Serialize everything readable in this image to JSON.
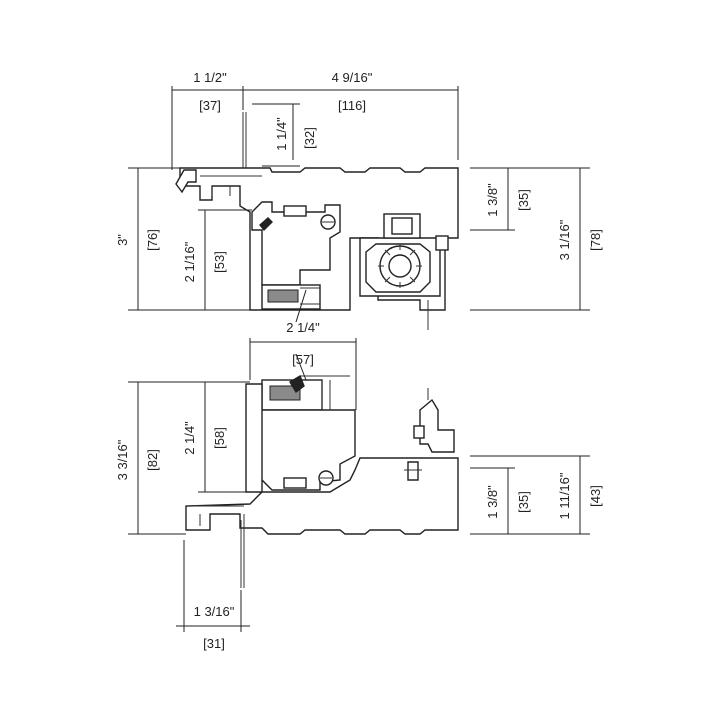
{
  "dimensions": {
    "top_width_in": "1 1/2\"",
    "top_width_mm": "[37]",
    "top_depth_in": "4 9/16\"",
    "top_depth_mm": "[116]",
    "flange_in": "1 1/4\"",
    "flange_mm": "[32]",
    "head_height_in": "3\"",
    "head_height_mm": "[76]",
    "sash_top_in": "2 1/16\"",
    "sash_top_mm": "[53]",
    "glazing_top_in": "2 1/4\"",
    "head_right_in": "1 3/8\"",
    "head_right_mm": "[35]",
    "head_total_in": "3 1/16\"",
    "head_total_mm": "[78]",
    "sill_glass_mm": "[57]",
    "sill_height_in": "3 3/16\"",
    "sill_height_mm": "[82]",
    "sash_bottom_in": "2 1/4\"",
    "sash_bottom_mm": "[58]",
    "sill_right_in": "1 3/8\"",
    "sill_right_mm": "[35]",
    "sill_total_in": "1 11/16\"",
    "sill_total_mm": "[43]",
    "bottom_width_in": "1 3/16\"",
    "bottom_width_mm": "[31]"
  }
}
